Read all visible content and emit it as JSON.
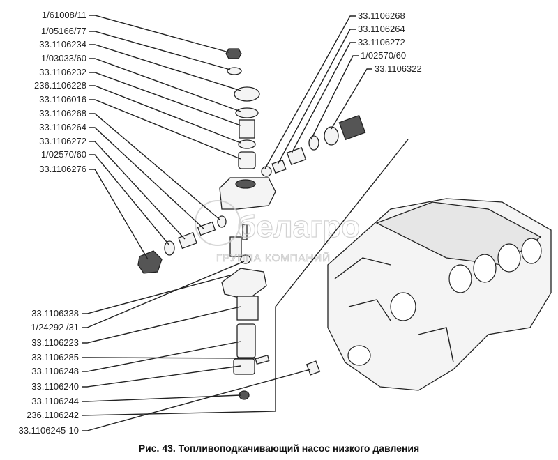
{
  "left_labels": [
    "1/61008/11",
    "1/05166/77",
    "33.1106234",
    "1/03033/60",
    "33.1106232",
    "236.1106228",
    "33.1106016",
    "33.1106268",
    "33.1106264",
    "33.1106272",
    "1/02570/60",
    "33.1106276"
  ],
  "bottom_labels": [
    "33.1106338",
    "1/24292 /31",
    "33.1106223",
    "33.1106285",
    "33.1106248",
    "33.1106240",
    "33.1106244",
    "236.1106242",
    "33.1106245-10"
  ],
  "right_labels": [
    "33.1106268",
    "33.1106264",
    "33.1106272",
    "1/02570/60",
    "33.1106322"
  ],
  "watermark": {
    "brand": "белагро",
    "sub": "ГРУППА КОМПАНИЙ"
  },
  "caption": "Рис. 43. Топливоподкачивающий насос низкого давления"
}
